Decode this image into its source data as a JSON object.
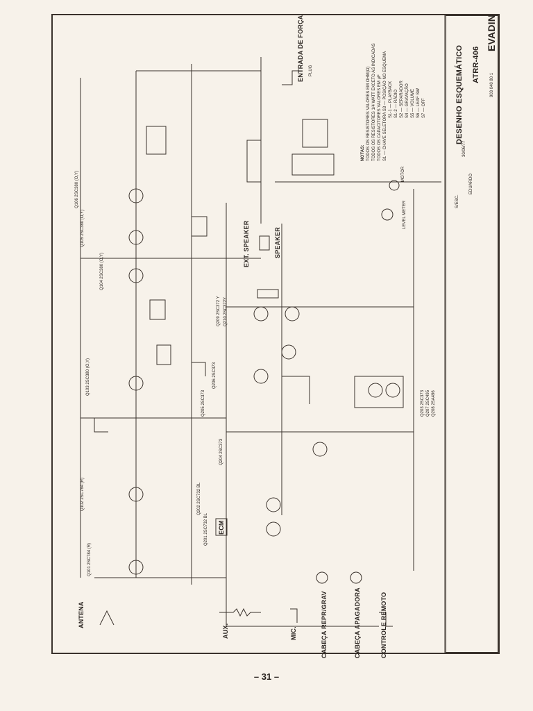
{
  "page": {
    "number": "– 31 –"
  },
  "title_block": {
    "brand": "EVADIN",
    "model": "ATRR-406",
    "drawing_title": "DESENHO ESQUEMÁTICO",
    "drawing_number": "903 040 80 1",
    "date": "30/06/77",
    "designer": "EDUARDO",
    "scale": "S/ESC."
  },
  "notes": {
    "header": "NOTAS:",
    "lines": [
      "TODOS OS RESISTORES VALORES EM OHM(Ω)",
      "TODOS OS RESISTORES 1/4 WATT EXCETO AS INDICADAS",
      "TODOS OS CAPACITORES VALORES EM µF",
      "S1 — CHAVE SELETORA  S3 — POSIÇÃO  NO  ESQUEMA",
      "S1-1 — PLAYBACK",
      "S1-2 — RÁDIO",
      "S2 — SEPARADOR",
      "S4 — GRAVAÇÃO",
      "S5 — VOLUME",
      "S6 — LEAF SW",
      "S7 — OFF"
    ]
  },
  "labels": {
    "antenna": "ANTENA",
    "aux": "AUX.",
    "mic": "MIC.",
    "head_rec": "CABEÇA REPR/GRAV",
    "head_erase": "CABEÇA APAGADORA",
    "remote": "CONTROLE REMOTO",
    "ext_speaker": "EXT. SPEAKER",
    "speaker": "SPEAKER",
    "power_input": "ENTRADA DE FORÇA",
    "plug": "PLUG",
    "motor": "MOTOR",
    "level_meter": "LEVEL METER",
    "ecm": "ECM"
  },
  "transistors": [
    "Q101 2SC784 (R)",
    "Q102 2SC784 (R)",
    "Q103 2SC380 (O,Y)",
    "Q104 2SC380 (O,Y)",
    "Q105 2SC380 (O,Y)",
    "Q106 2SC380 (O,Y)",
    "Q201 2SC732 BL",
    "Q202 2SC732 BL",
    "Q203 2SC373",
    "Q204 2SC373",
    "Q205 2SC373",
    "Q206 2SC373",
    "Q207 2SC495",
    "Q208 2SA496",
    "Q209 2SC372 Y",
    "Q210 2SC372Y"
  ]
}
